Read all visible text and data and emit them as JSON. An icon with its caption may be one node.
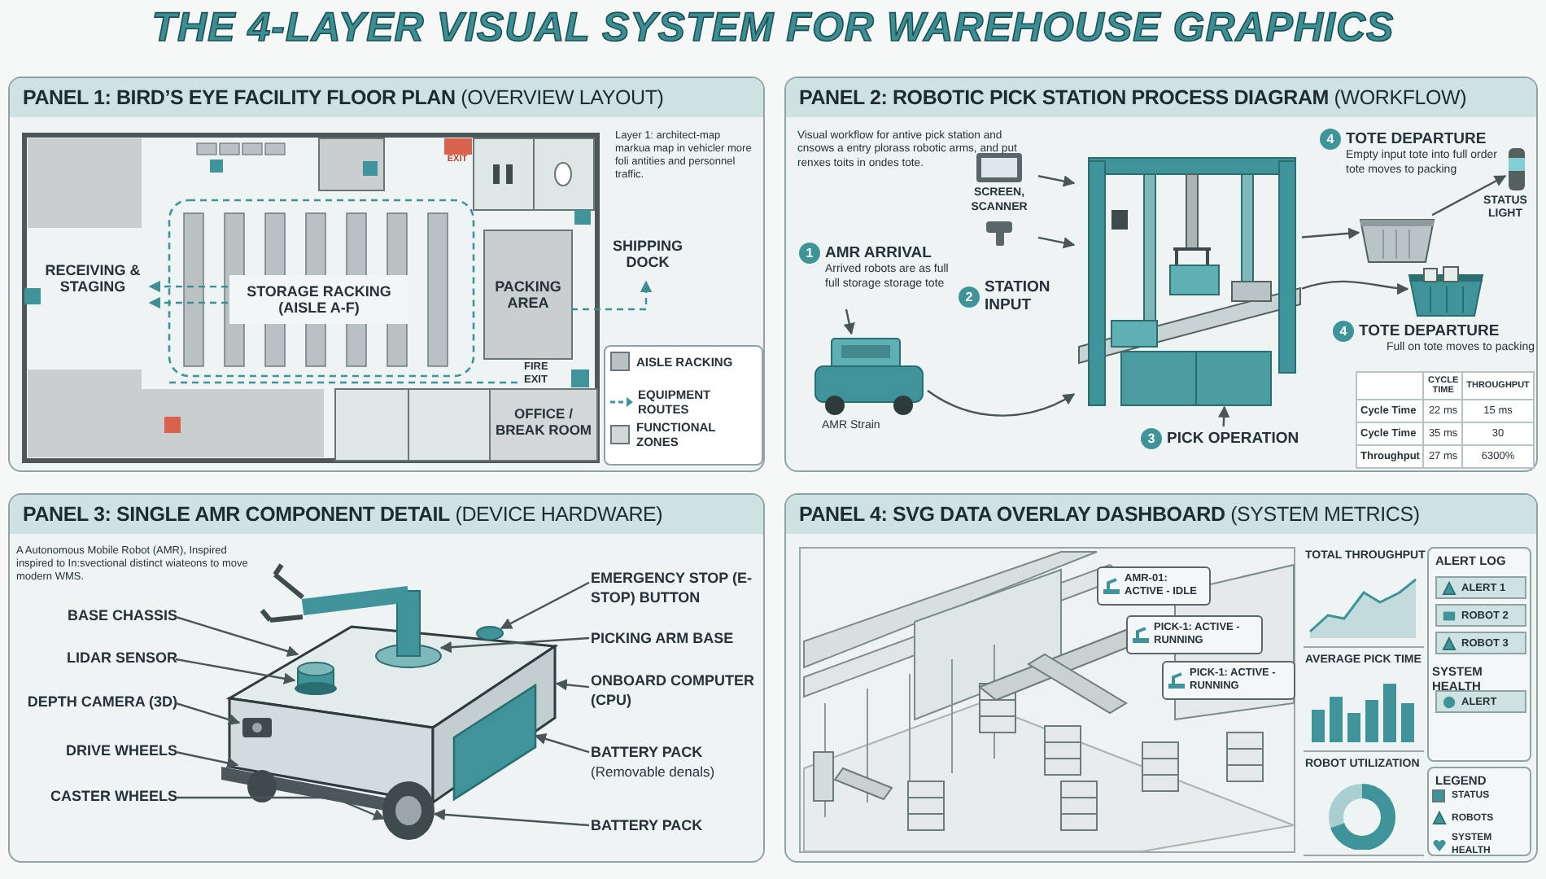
{
  "diagram": {
    "title": "THE 4-LAYER VISUAL SYSTEM FOR WAREHOUSE GRAPHICS",
    "nodes": [
      {
        "text": [
          "**PANEL 1: BIRD’S EYE FACILITY FLOOR PLAN** (OVERVIEW LAYOUT)"
        ]
      },
      {
        "text": [
          "RECEIVING & STAGING"
        ],
        "in": 0
      },
      {
        "text": [
          "STORAGE RACKING (AISLE A-F)"
        ],
        "in": 0
      },
      {
        "text": [
          "PACKING AREA"
        ],
        "in": 0
      },
      {
        "text": [
          "SHIPPING DOCK"
        ],
        "in": 0
      },
      {
        "text": [
          "OFFICE / BREAK ROOM"
        ],
        "in": 0
      },
      {
        "text": [
          "**PANEL 2: ROBOTIC PICK STATION PROCESS DIAGRAM** (WORKFLOW)"
        ]
      },
      {
        "text": [
          "1",
          "AMR ARRIVAL",
          "Arrived robots are as full full storage storage tote"
        ],
        "in": 6
      },
      {
        "text": [],
        "shape": "picture",
        "in": 6,
        "beside": [
          "AMR Strain"
        ]
      },
      {
        "text": [
          "2",
          "STATION INPUT"
        ],
        "in": 6
      },
      {
        "text": [],
        "shape": "picture",
        "in": 6
      },
      {
        "text": [
          "SCREEN, SCANNER"
        ],
        "in": 6
      },
      {
        "text": [
          "3",
          "PICK OPERATION"
        ],
        "in": 6
      },
      {
        "text": [
          "4",
          "TOTE DEPARTURE",
          "Empty input tote into full order tote moves to packing"
        ],
        "in": 6
      },
      {
        "text": [],
        "shape": "picture",
        "in": 6
      },
      {
        "text": [],
        "shape": "picture",
        "in": 6,
        "beside": [
          "STATUS LIGHT"
        ]
      },
      {
        "text": [],
        "shape": "picture",
        "in": 6
      },
      {
        "text": [
          "4",
          "TOTE DEPARTURE",
          "Full on tote moves to packing"
        ],
        "in": 6
      },
      {
        "text": [
          "**PANEL 3: SINGLE AMR COMPONENT DETAIL** (DEVICE HARDWARE)"
        ]
      },
      {
        "text": [],
        "shape": "picture",
        "in": 18
      },
      {
        "text": [
          "BASE CHASSIS"
        ],
        "in": 18
      },
      {
        "text": [
          "LIDAR SENSOR"
        ],
        "in": 18
      },
      {
        "text": [
          "DEPTH CAMERA (3D)"
        ],
        "in": 18
      },
      {
        "text": [
          "DRIVE WHEELS"
        ],
        "in": 18
      },
      {
        "text": [
          "CASTER WHEELS"
        ],
        "in": 18
      },
      {
        "text": [
          "EMERGENCY STOP (E-STOP) BUTTON"
        ],
        "in": 18
      },
      {
        "text": [
          "PICKING ARM BASE"
        ],
        "in": 18
      },
      {
        "text": [
          "ONBOARD COMPUTER (CPU)"
        ],
        "in": 18
      },
      {
        "text": [
          "BATTERY PACK",
          "(Removable denals)"
        ],
        "in": 18
      },
      {
        "text": [
          "BATTERY PACK"
        ],
        "in": 18
      },
      {
        "text": [
          "**PANEL 4: SVG DATA OVERLAY DASHBOARD** (SYSTEM METRICS)"
        ]
      },
      {
        "text": [],
        "shape": "picture",
        "in": 30
      },
      {
        "text": [
          "AMR-01: ACTIVE - IDLE"
        ],
        "in": 31
      },
      {
        "text": [
          "PICK-1: ACTIVE - RUNNING"
        ],
        "in": 31
      },
      {
        "text": [
          "PICK-1: ACTIVE - RUNNING"
        ],
        "in": 31
      },
      {
        "text": [
          "TOTAL THROUGHPUT"
        ],
        "in": 30
      },
      {
        "text": [
          "AVERAGE PICK TIME"
        ],
        "in": 30
      },
      {
        "text": [
          "ROBOT UTILIZATION"
        ],
        "in": 30
      },
      {
        "text": [
          "ALERT LOG"
        ],
        "in": 30
      },
      {
        "text": [
          "ALERT 1"
        ],
        "in": 38
      },
      {
        "text": [
          "ROBOT 2"
        ],
        "in": 38
      },
      {
        "text": [
          "ROBOT 3"
        ],
        "in": 38
      },
      {
        "text": [
          "ALERT"
        ],
        "in": 38
      },
      {
        "text": [
          "LEGEND"
        ],
        "in": 30
      }
    ],
    "edges": [
      {
        "from": 2,
        "to": 1,
        "arrow": "to",
        "style": "dashed",
        "color": "#3d8f94"
      },
      {
        "from": 2,
        "to": 1,
        "arrow": "to",
        "style": "dashed",
        "color": "#3d8f94"
      },
      {
        "from": 3,
        "to": 4,
        "arrow": "to",
        "style": "dashed",
        "color": "#3d8f94"
      },
      {
        "from": 7,
        "to": 8,
        "arrow": "to"
      },
      {
        "from": 8,
        "to": 10,
        "arrow": "to"
      },
      {
        "from": 11,
        "to": 10,
        "arrow": "to"
      },
      {
        "from": 11,
        "to": 10,
        "arrow": "to"
      },
      {
        "from": 12,
        "to": 10,
        "arrow": "to"
      },
      {
        "from": 10,
        "to": 14,
        "arrow": "to"
      },
      {
        "from": 14,
        "to": 15,
        "arrow": "to"
      },
      {
        "from": 10,
        "to": 16,
        "arrow": "to"
      },
      {
        "from": 20,
        "to": 19,
        "arrow": "to"
      },
      {
        "from": 21,
        "to": 19,
        "arrow": "to"
      },
      {
        "from": 22,
        "to": 19,
        "arrow": "to"
      },
      {
        "from": 23,
        "to": 19,
        "arrow": "to"
      },
      {
        "from": 24,
        "to": 19,
        "arrow": "to"
      },
      {
        "from": 25,
        "to": 19,
        "arrow": "to"
      },
      {
        "from": 26,
        "to": 19,
        "arrow": "to"
      },
      {
        "from": 27,
        "to": 19,
        "arrow": "to"
      },
      {
        "from": 28,
        "to": 19,
        "arrow": "to"
      },
      {
        "from": 29,
        "to": 19,
        "arrow": "to"
      }
    ],
    "labels": [
      "Layer 1: architect-map markua map in vehicler more foli antities and personnel traffic.",
      "EXIT",
      "FIRE EXIT",
      "Visual workflow for antive pick station and cnsows a entry plorass robotic arms, and put renxes toits in ondes tote.",
      "CYCLE TIME",
      "THROUGHPUT",
      "Cycle Time",
      "22 ms",
      "15 ms",
      "Cycle Time",
      "35 ms",
      "30",
      "Throughput",
      "27 ms",
      "6300%",
      "A Autonomous Mobile Robot (AMR), Inspired inspired to In:svectional distinct wiateons to move modern WMS.",
      "SYSTEM HEALTH"
    ],
    "legend": [
      {
        "text": "AISLE RACKING",
        "color": "#b9c1c2"
      },
      {
        "text": "EQUIPMENT ROUTES"
      },
      {
        "text": "FUNCTIONAL ZONES",
        "color": "#d2d8d8"
      },
      {
        "text": "STATUS",
        "color": "#3f9499"
      },
      {
        "text": "ROBOTS"
      },
      {
        "text": "SYSTEM HEALTH"
      }
    ]
  }
}
